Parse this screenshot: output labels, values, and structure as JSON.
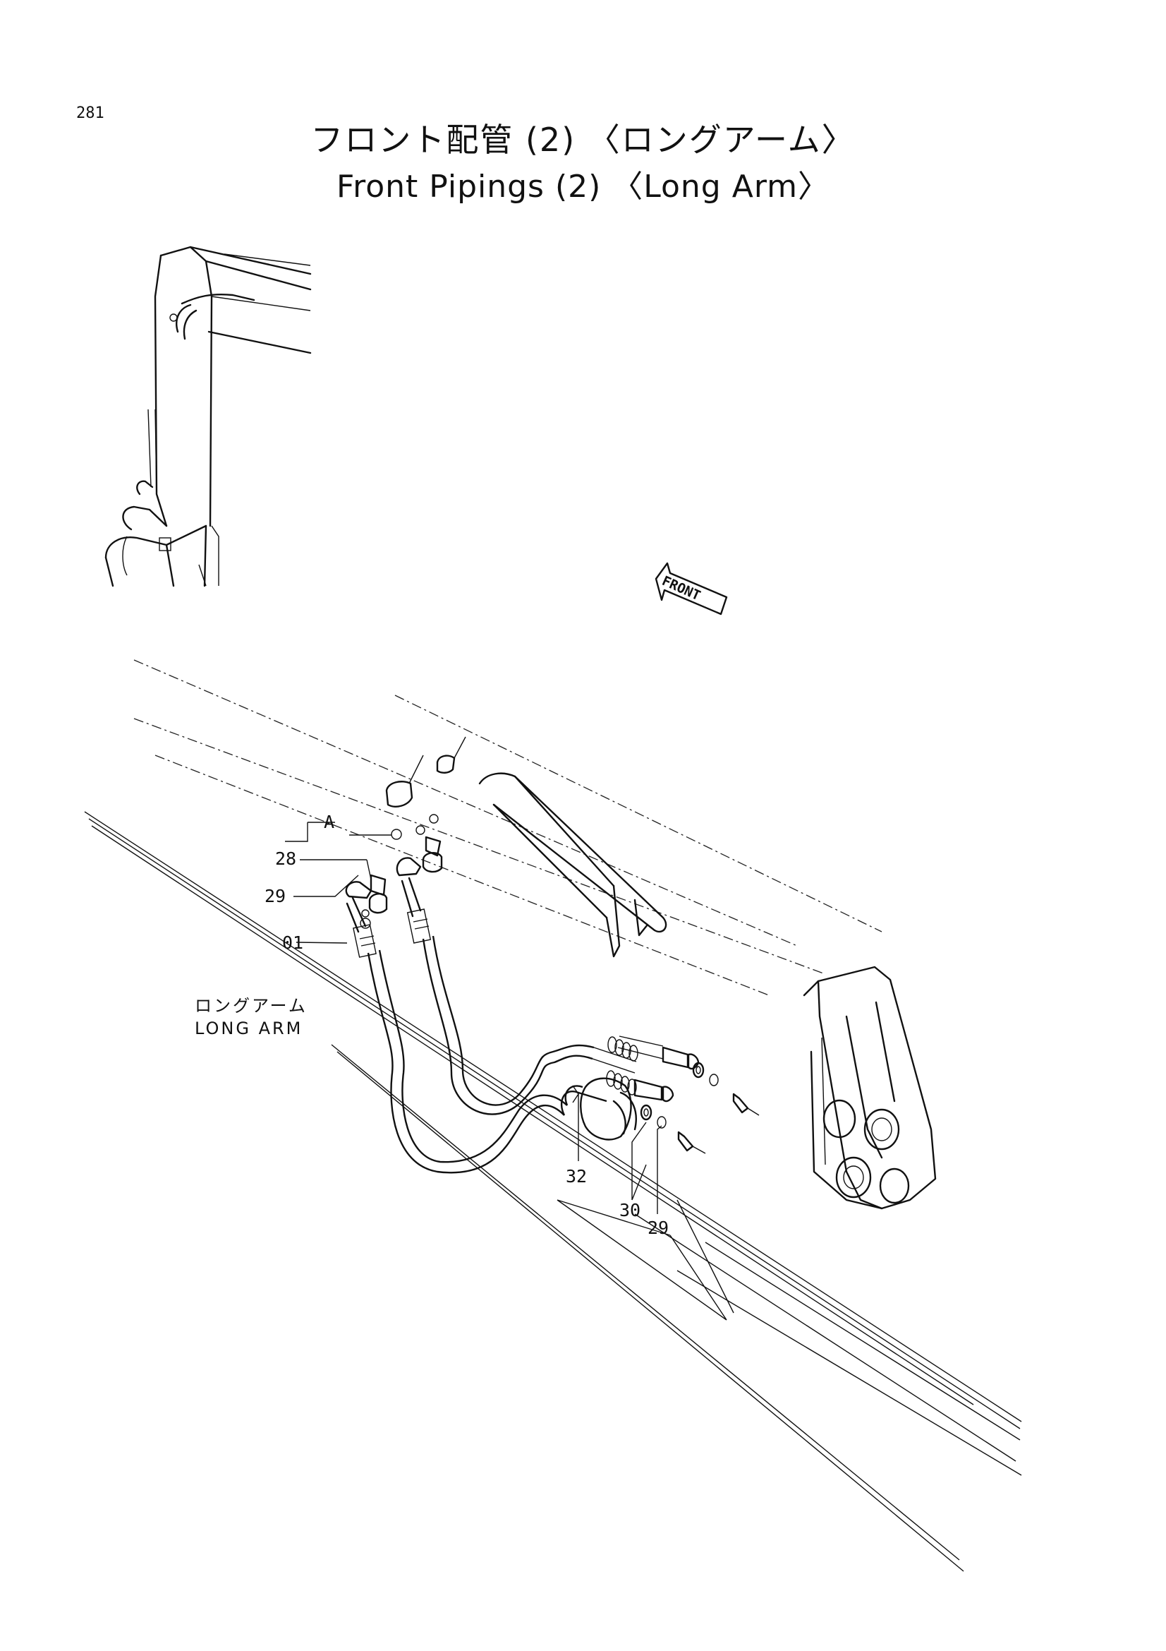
{
  "page_number": "281",
  "title_jp": "フロント配管 (2) 〈ロングアーム〉",
  "title_en": "Front Pipings (2) 〈Long Arm〉",
  "front_arrow_label": "FRONT",
  "arm_note_jp": "ロングアーム",
  "arm_note_en": "LONG ARM",
  "callouts": {
    "a": "A",
    "c28": "28",
    "c29_top": "29",
    "c01": "01",
    "c32": "32",
    "c30": "30",
    "c29_bottom": "29"
  }
}
